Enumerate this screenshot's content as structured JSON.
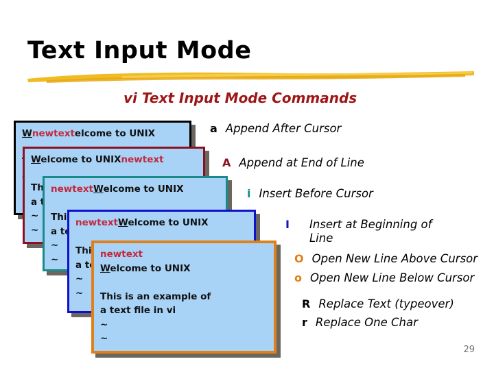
{
  "slide": {
    "title": "Text Input Mode",
    "subtitle": "vi Text Input Mode Commands",
    "page_number": "29",
    "colors": {
      "title": "#000000",
      "subtitle": "#9e1515",
      "brush": "#f0bc24",
      "screen_bg": "#a8d3f7",
      "inserted_text": "#c3283c",
      "shadow": "#6b6660",
      "page_number": "#707070"
    }
  },
  "boxes": [
    {
      "id": "box1",
      "border_color": "#000000",
      "command_key": "a",
      "lines": [
        {
          "pre": "W",
          "pre_cursor": true,
          "ins": "newtext",
          "post": "elcome to UNIX"
        },
        {
          "pre": "",
          "ins": "",
          "post": ""
        },
        {
          "pre": "This is an example of",
          "ins": "",
          "post": ""
        },
        {
          "pre": "a text file in vi",
          "ins": "",
          "post": ""
        },
        {
          "pre": "~",
          "ins": "",
          "post": ""
        },
        {
          "pre": "~",
          "ins": "",
          "post": ""
        }
      ]
    },
    {
      "id": "box2",
      "border_color": "#8c1021",
      "command_key": "A",
      "lines": [
        {
          "pre": "W",
          "pre_cursor": true,
          "mid": "elcome to UNIX",
          "ins": "newtext",
          "post": ""
        },
        {
          "pre": "",
          "ins": "",
          "post": ""
        },
        {
          "pre": "This is an example of",
          "ins": "",
          "post": ""
        },
        {
          "pre": "a text file in vi",
          "ins": "",
          "post": ""
        },
        {
          "pre": "~",
          "ins": "",
          "post": ""
        },
        {
          "pre": "~",
          "ins": "",
          "post": ""
        }
      ]
    },
    {
      "id": "box3",
      "border_color": "#1a8a8a",
      "command_key": "i",
      "lines": [
        {
          "ins": "newtext",
          "cursor_char": "W",
          "post": "elcome to UNIX"
        },
        {
          "pre": "",
          "ins": "",
          "post": ""
        },
        {
          "pre": "This is an example of",
          "ins": "",
          "post": ""
        },
        {
          "pre": "a text file in vi",
          "ins": "",
          "post": ""
        },
        {
          "pre": "~",
          "ins": "",
          "post": ""
        },
        {
          "pre": "~",
          "ins": "",
          "post": ""
        }
      ]
    },
    {
      "id": "box4",
      "border_color": "#1010cc",
      "command_key": "I",
      "lines": [
        {
          "ins": "newtext",
          "cursor_char": "W",
          "post": "elcome to UNIX"
        },
        {
          "pre": "",
          "ins": "",
          "post": ""
        },
        {
          "pre": "This is an example of",
          "ins": "",
          "post": ""
        },
        {
          "pre": "a text file in vi",
          "ins": "",
          "post": ""
        },
        {
          "pre": "~",
          "ins": "",
          "post": ""
        },
        {
          "pre": "~",
          "ins": "",
          "post": ""
        }
      ]
    },
    {
      "id": "box5",
      "border_color": "#e0801a",
      "command_key": "O",
      "lines": [
        {
          "ins": "newtext",
          "post": ""
        },
        {
          "cursor_char": "W",
          "post": "elcome to UNIX"
        },
        {
          "pre": "",
          "ins": "",
          "post": ""
        },
        {
          "pre": "This is an example of",
          "ins": "",
          "post": ""
        },
        {
          "pre": "a text file in vi",
          "ins": "",
          "post": ""
        },
        {
          "pre": "~",
          "ins": "",
          "post": ""
        },
        {
          "pre": "~",
          "ins": "",
          "post": ""
        }
      ]
    }
  ],
  "commands": [
    {
      "key": "a",
      "color": "#000000",
      "desc": "Append After Cursor"
    },
    {
      "key": "A",
      "color": "#8c1021",
      "desc": "Append at End of Line"
    },
    {
      "key": "i",
      "color": "#1a8a8a",
      "desc": "Insert Before Cursor"
    },
    {
      "key": "I",
      "color": "#1010cc",
      "desc": "Insert at Beginning of",
      "desc_line2": "Line"
    },
    {
      "key": "O",
      "color": "#e0801a",
      "desc": "Open New Line Above Cursor"
    },
    {
      "key": "o",
      "color": "#e0801a",
      "desc": "Open New Line Below Cursor"
    },
    {
      "key": "R",
      "color": "#000000",
      "desc": "Replace Text (typeover)"
    },
    {
      "key": "r",
      "color": "#000000",
      "desc": "Replace One Char"
    }
  ]
}
